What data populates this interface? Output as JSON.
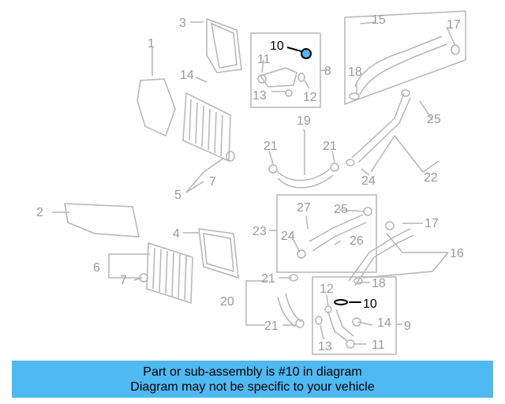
{
  "callouts": [
    {
      "id": "c1",
      "text": "1"
    },
    {
      "id": "c2",
      "text": "2"
    },
    {
      "id": "c3",
      "text": "3"
    },
    {
      "id": "c4",
      "text": "4"
    },
    {
      "id": "c5",
      "text": "5"
    },
    {
      "id": "c6",
      "text": "6"
    },
    {
      "id": "c7a",
      "text": "7"
    },
    {
      "id": "c7b",
      "text": "7"
    },
    {
      "id": "c8",
      "text": "8"
    },
    {
      "id": "c9",
      "text": "9"
    },
    {
      "id": "c10a",
      "text": "10"
    },
    {
      "id": "c10b",
      "text": "10"
    },
    {
      "id": "c11a",
      "text": "11"
    },
    {
      "id": "c11b",
      "text": "11"
    },
    {
      "id": "c12a",
      "text": "12"
    },
    {
      "id": "c12b",
      "text": "12"
    },
    {
      "id": "c13a",
      "text": "13"
    },
    {
      "id": "c13b",
      "text": "13"
    },
    {
      "id": "c14a",
      "text": "14"
    },
    {
      "id": "c14b",
      "text": "14"
    },
    {
      "id": "c15",
      "text": "15"
    },
    {
      "id": "c16",
      "text": "16"
    },
    {
      "id": "c17a",
      "text": "17"
    },
    {
      "id": "c17b",
      "text": "17"
    },
    {
      "id": "c18a",
      "text": "18"
    },
    {
      "id": "c18b",
      "text": "18"
    },
    {
      "id": "c19",
      "text": "19"
    },
    {
      "id": "c20",
      "text": "20"
    },
    {
      "id": "c21a",
      "text": "21"
    },
    {
      "id": "c21b",
      "text": "21"
    },
    {
      "id": "c21c",
      "text": "21"
    },
    {
      "id": "c21d",
      "text": "21"
    },
    {
      "id": "c22",
      "text": "22"
    },
    {
      "id": "c23",
      "text": "23"
    },
    {
      "id": "c24a",
      "text": "24"
    },
    {
      "id": "c24b",
      "text": "24"
    },
    {
      "id": "c25a",
      "text": "25"
    },
    {
      "id": "c25b",
      "text": "25"
    },
    {
      "id": "c26",
      "text": "26"
    },
    {
      "id": "c27",
      "text": "27"
    }
  ],
  "highlighted_part": "10",
  "colors": {
    "line": "#b5b5b5",
    "label": "#9a9a9a",
    "highlight": "#000000",
    "part_fill": "#4fb9f2",
    "banner": "#4fb9f2"
  },
  "banner": {
    "line1": "Part or sub-assembly is #10 in diagram",
    "line2": "Diagram may not be specific to your vehicle"
  }
}
